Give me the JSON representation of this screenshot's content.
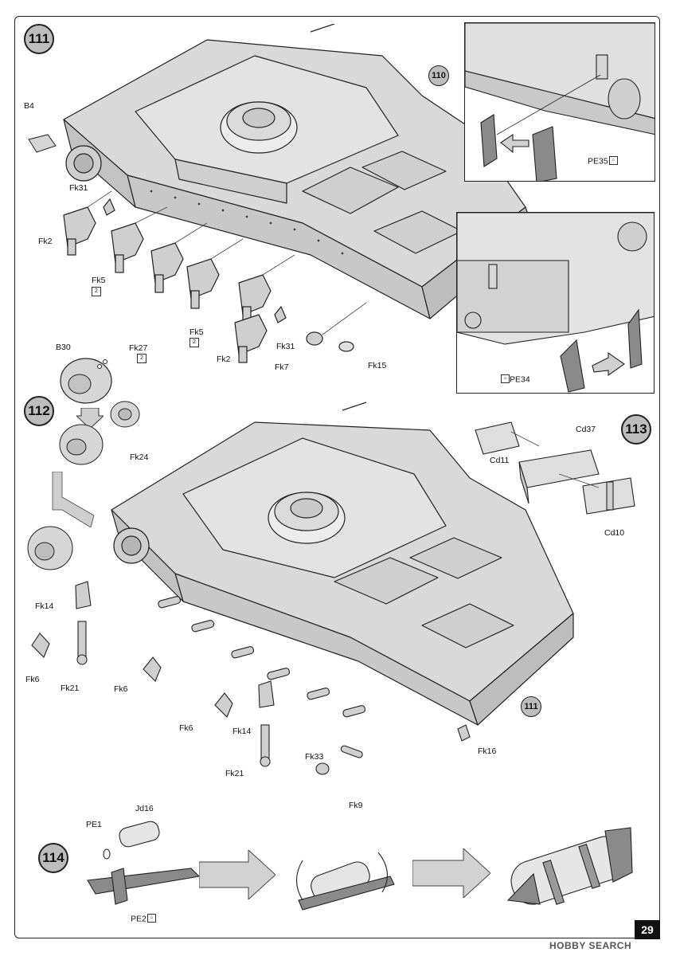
{
  "page_number": "29",
  "watermark": "HOBBY SEARCH",
  "steps": {
    "s111": "111",
    "s110": "110",
    "s112": "112",
    "s113": "113",
    "s114": "114",
    "s111ref": "111"
  },
  "labels": {
    "b4": "B4",
    "fk31a": "Fk31",
    "fk2a": "Fk2",
    "fk5a": "Fk5",
    "fk5a_qty": "2",
    "fk5b": "Fk5",
    "fk5b_qty": "2",
    "fk2b": "Fk2",
    "fk31b": "Fk31",
    "fk7": "Fk7",
    "fk15": "Fk15",
    "pe35": "PE35",
    "pe34": "PE34",
    "b30": "B30",
    "fk27": "Fk27",
    "fk27_qty": "2",
    "fk24": "Fk24",
    "cd37": "Cd37",
    "cd11": "Cd11",
    "cd10": "Cd10",
    "fk14a": "Fk14",
    "fk6a": "Fk6",
    "fk21a": "Fk21",
    "fk6b": "Fk6",
    "fk6c": "Fk6",
    "fk14b": "Fk14",
    "fk21b": "Fk21",
    "fk33": "Fk33",
    "fk9": "Fk9",
    "fk16": "Fk16",
    "jd16": "Jd16",
    "pe1": "PE1",
    "pe2": "PE2"
  },
  "icons": {
    "photo_etch": "pe-icon",
    "arrow": "arrow-right-icon"
  },
  "colors": {
    "hull_fill": "#d9d9d9",
    "hull_dark": "#bdbdbd",
    "line": "#222222",
    "arrow_fill": "#cfcfcf",
    "pe_fill": "#8a8a8a"
  }
}
